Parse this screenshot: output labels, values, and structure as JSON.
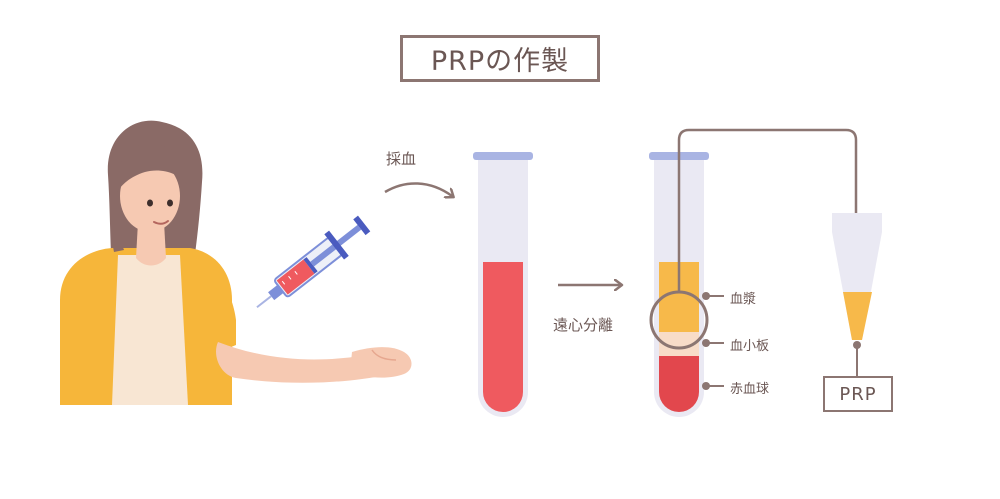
{
  "title": "PRPの作製",
  "steps": {
    "blood_draw": "採血",
    "centrifuge": "遠心分離"
  },
  "layers": {
    "plasma": "血漿",
    "platelets": "血小板",
    "red_cells": "赤血球"
  },
  "result_label": "PRP",
  "colors": {
    "outline": "#8c7672",
    "text": "#6b5754",
    "blood": "#ef5a5f",
    "red_cells": "#e2474d",
    "plasma": "#f7b94a",
    "platelets": "#f8dcc8",
    "tube_glass": "#e9e8f2",
    "tube_cap": "#a9b4e3",
    "cardigan": "#f6b63a",
    "skin": "#f6c9b2",
    "hair": "#8a6a66"
  }
}
